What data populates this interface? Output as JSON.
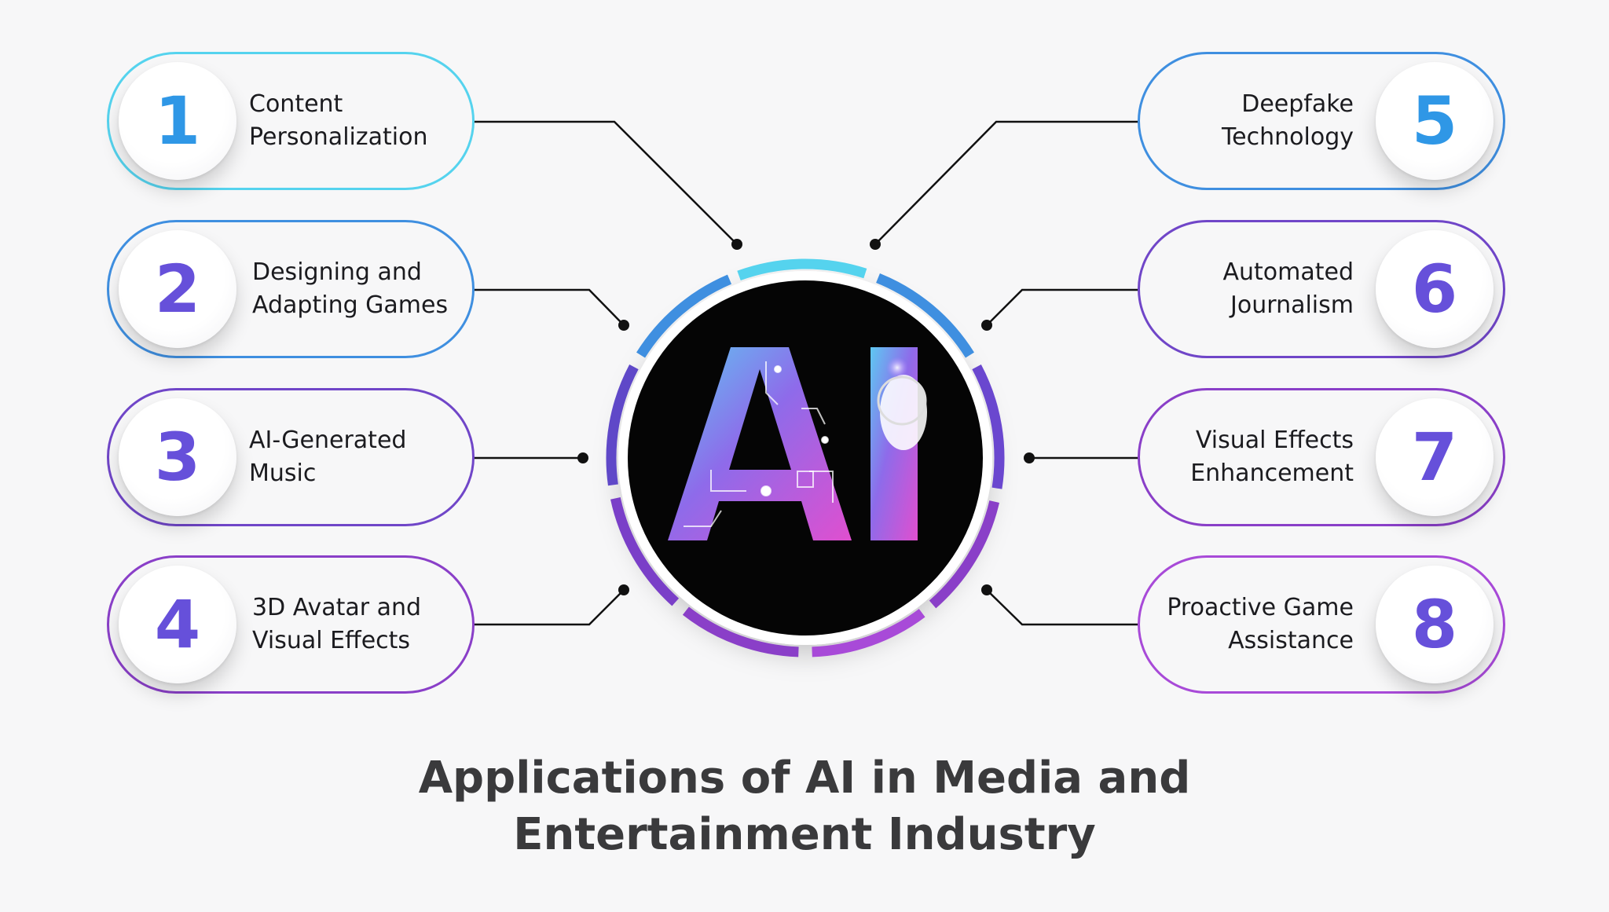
{
  "items": [
    {
      "number": "1",
      "line1": "Content",
      "line2": "Personalization",
      "color": "#55d3ee",
      "numColor": "#2f97e6"
    },
    {
      "number": "2",
      "line1": "Designing and",
      "line2": "Adapting Games",
      "color": "#3f8fe0",
      "numColor": "#6650da"
    },
    {
      "number": "3",
      "line1": "AI-Generated",
      "line2": "Music",
      "color": "#7046c8",
      "numColor": "#6650da"
    },
    {
      "number": "4",
      "line1": "3D Avatar and",
      "line2": "Visual Effects",
      "color": "#8a3fc8",
      "numColor": "#6650da"
    },
    {
      "number": "5",
      "line1": "Deepfake",
      "line2": "Technology",
      "color": "#3f8fe0",
      "numColor": "#2f97e6"
    },
    {
      "number": "6",
      "line1": "Automated",
      "line2": "Journalism",
      "color": "#7046c8",
      "numColor": "#6650da"
    },
    {
      "number": "7",
      "line1": "Visual Effects",
      "line2": "Enhancement",
      "color": "#8a3fc8",
      "numColor": "#6650da"
    },
    {
      "number": "8",
      "line1": "Proactive Game",
      "line2": "Assistance",
      "color": "#a84ad8",
      "numColor": "#6650da"
    }
  ],
  "center": {
    "logo_text": "AI"
  },
  "title": {
    "line1": "Applications of AI in Media and",
    "line2": "Entertainment Industry"
  }
}
